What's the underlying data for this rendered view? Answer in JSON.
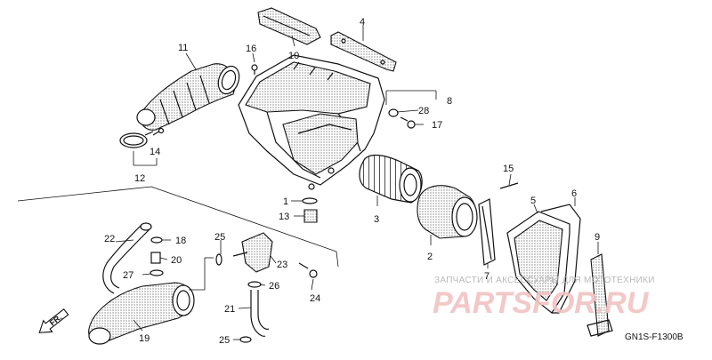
{
  "diagram": {
    "callouts": [
      {
        "id": "c1",
        "label": "1"
      },
      {
        "id": "c2",
        "label": "2"
      },
      {
        "id": "c3",
        "label": "3"
      },
      {
        "id": "c4",
        "label": "4"
      },
      {
        "id": "c5",
        "label": "5"
      },
      {
        "id": "c6",
        "label": "6"
      },
      {
        "id": "c7",
        "label": "7"
      },
      {
        "id": "c8",
        "label": "8"
      },
      {
        "id": "c9",
        "label": "9"
      },
      {
        "id": "c10",
        "label": "10"
      },
      {
        "id": "c11",
        "label": "11"
      },
      {
        "id": "c12",
        "label": "12"
      },
      {
        "id": "c13",
        "label": "13"
      },
      {
        "id": "c14",
        "label": "14"
      },
      {
        "id": "c15",
        "label": "15"
      },
      {
        "id": "c16",
        "label": "16"
      },
      {
        "id": "c17",
        "label": "17"
      },
      {
        "id": "c18",
        "label": "18"
      },
      {
        "id": "c19",
        "label": "19"
      },
      {
        "id": "c20",
        "label": "20"
      },
      {
        "id": "c21",
        "label": "21"
      },
      {
        "id": "c22",
        "label": "22"
      },
      {
        "id": "c23",
        "label": "23"
      },
      {
        "id": "c24",
        "label": "24"
      },
      {
        "id": "c25a",
        "label": "25"
      },
      {
        "id": "c25b",
        "label": "25"
      },
      {
        "id": "c26",
        "label": "26"
      },
      {
        "id": "c27",
        "label": "27"
      },
      {
        "id": "c28",
        "label": "28"
      }
    ],
    "front_label": "FR.",
    "diagram_code": "GN1S-F1300B"
  },
  "watermark": {
    "tagline": "ЗАПЧАСТИ И АКСЕССУАРЫ ДЛЯ МОТОТЕХНИКИ",
    "site": "PARTSFOR.RU",
    "color": "#e28b8b"
  }
}
